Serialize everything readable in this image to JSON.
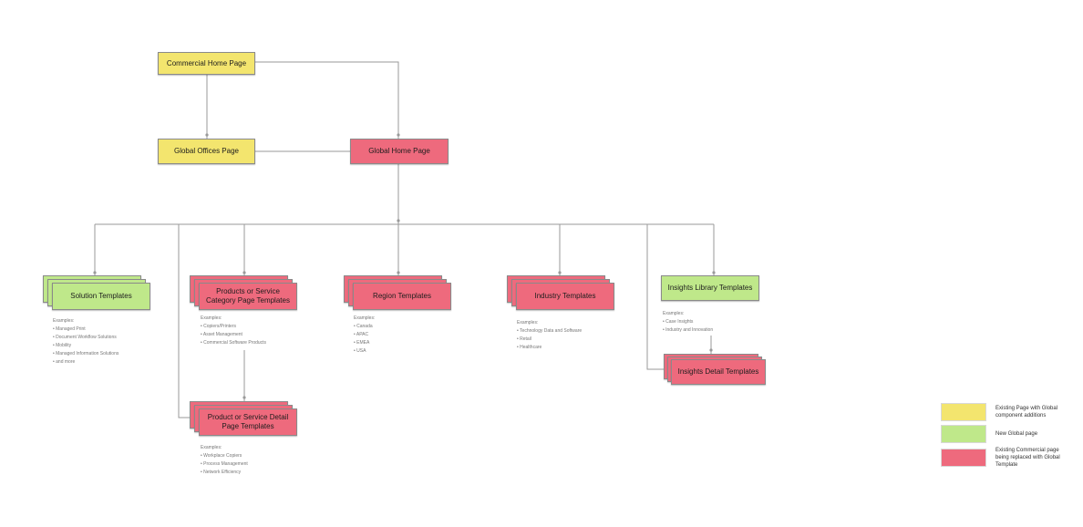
{
  "colors": {
    "existing_global": "#f3e56e",
    "new_global": "#bfe88a",
    "replaced": "#ee6a7d",
    "line": "#9a9a9a"
  },
  "nodes": {
    "commercial_home": "Commercial Home Page",
    "global_offices": "Global Offices Page",
    "global_home": "Global Home Page",
    "solution_templates": "Solution Templates",
    "product_category": "Products or Service Category Page Templates",
    "region_templates": "Region Templates",
    "industry_templates": "Industry Templates",
    "insights_library": "Insights Library Templates",
    "product_detail": "Product or Service Detail Page Templates",
    "insights_detail": "Insights Detail Templates"
  },
  "notes": {
    "solution": [
      "Examples:",
      "• Managed Print",
      "• Document Workflow Solutions",
      "• Mobility",
      "• Managed Information Solutions",
      "• and more"
    ],
    "category": [
      "Examples:",
      "• Copiers/Printers",
      "• Asset Management",
      "• Commercial Software Products"
    ],
    "region": [
      "Examples:",
      "• Canada",
      "• APAC",
      "• EMEA",
      "• USA"
    ],
    "industry": [
      "Examples:",
      "• Technology Data and Software",
      "• Retail",
      "• Healthcare"
    ],
    "insights": [
      "Examples:",
      "• Case Insights",
      "• Industry and Innovation"
    ],
    "detail": [
      "Examples:",
      "• Workplace Copiers",
      "• Process Management",
      "• Network Efficiency"
    ]
  },
  "legend": [
    {
      "color": "#f3e56e",
      "label": "Existing Page with Global component additions"
    },
    {
      "color": "#bfe88a",
      "label": "New Global page"
    },
    {
      "color": "#ee6a7d",
      "label": "Existing Commercial page being replaced with Global Template"
    }
  ]
}
